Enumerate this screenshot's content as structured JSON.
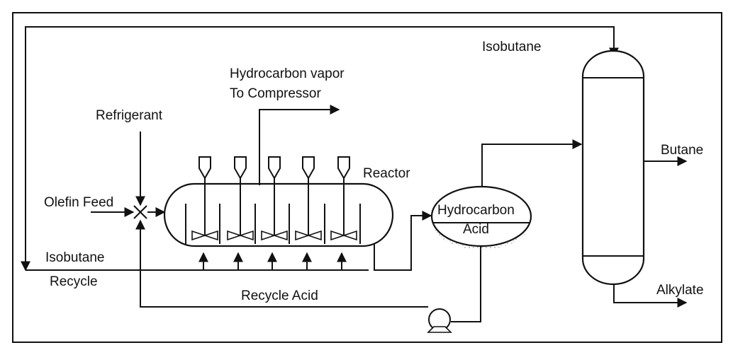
{
  "labels": {
    "isobutane_top": "Isobutane",
    "vapor_line1": "Hydrocarbon vapor",
    "vapor_line2": "To Compressor",
    "refrigerant": "Refrigerant",
    "reactor": "Reactor",
    "olefin_feed": "Olefin Feed",
    "hc_acid_line1": "Hydrocarbon",
    "hc_acid_line2": "Acid",
    "butane": "Butane",
    "isobutane_recycle_line1": "Isobutane",
    "isobutane_recycle_line2": "Recycle",
    "recycle_acid": "Recycle Acid",
    "alkylate": "Alkylate"
  },
  "colors": {
    "line": "#111111",
    "background": "#ffffff",
    "liquid_dots": "#9a9a9a"
  }
}
